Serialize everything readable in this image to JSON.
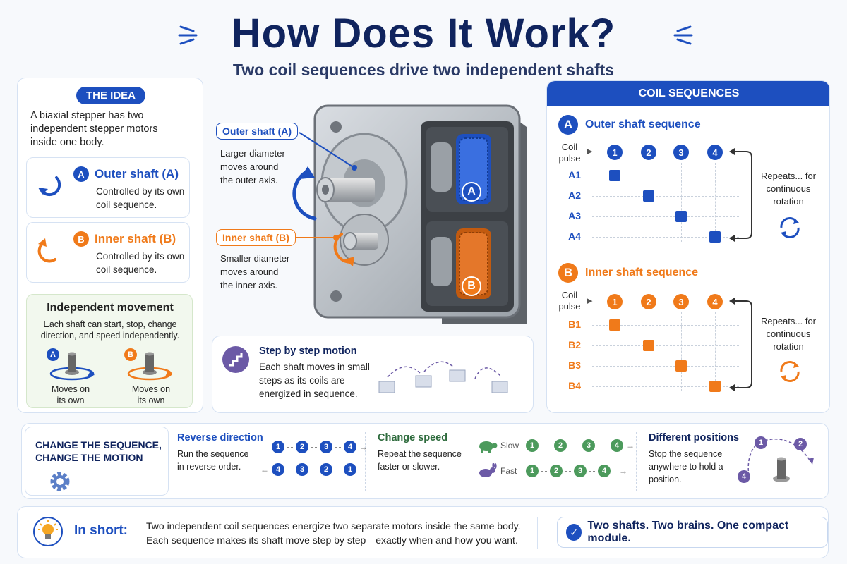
{
  "header": {
    "title": "How Does It Work?",
    "subtitle": "Two coil sequences drive two independent shafts"
  },
  "idea": {
    "title": "THE IDEA",
    "text": "A biaxial stepper has two independent stepper motors inside one body.",
    "shaft_a": {
      "badge": "A",
      "name": "Outer shaft (A)",
      "desc": "Controlled by its own coil sequence."
    },
    "shaft_b": {
      "badge": "B",
      "name": "Inner shaft (B)",
      "desc": "Controlled by its own coil sequence."
    },
    "independent": {
      "title": "Independent movement",
      "text": "Each shaft can start, stop, change direction, and speed independently.",
      "a_badge": "A",
      "b_badge": "B",
      "a_caption": "Moves on its own",
      "b_caption": "Moves on its own"
    }
  },
  "center": {
    "outer_label": "Outer shaft (A)",
    "outer_desc": "Larger diameter moves around the outer axis.",
    "inner_label": "Inner shaft (B)",
    "inner_desc": "Smaller diameter moves around the inner axis.",
    "coil_a": "A",
    "coil_b": "B",
    "step": {
      "title": "Step by step motion",
      "text": "Each shaft moves in small steps as its coils are energized in sequence."
    }
  },
  "coil_sequences": {
    "title": "COIL SEQUENCES",
    "col_label": "Coil pulse",
    "pulses": [
      "1",
      "2",
      "3",
      "4"
    ],
    "a": {
      "badge": "A",
      "title": "Outer shaft sequence",
      "rows": [
        "A1",
        "A2",
        "A3",
        "A4"
      ],
      "active": [
        1,
        2,
        3,
        4
      ],
      "repeats": "Repeats... for continuous rotation"
    },
    "b": {
      "badge": "B",
      "title": "Inner shaft sequence",
      "rows": [
        "B1",
        "B2",
        "B3",
        "B4"
      ],
      "active": [
        1,
        2,
        3,
        4
      ],
      "repeats": "Repeats... for continuous rotation"
    }
  },
  "change": {
    "title": "CHANGE THE SEQUENCE, CHANGE THE MOTION",
    "reverse": {
      "title": "Reverse direction",
      "text": "Run the sequence in reverse order.",
      "forward": [
        "1",
        "2",
        "3",
        "4"
      ],
      "backward": [
        "4",
        "3",
        "2",
        "1"
      ]
    },
    "speed": {
      "title": "Change speed",
      "text": "Repeat the sequence faster or slower.",
      "slow_label": "Slow",
      "fast_label": "Fast",
      "seq": [
        "1",
        "2",
        "3",
        "4"
      ]
    },
    "positions": {
      "title": "Different positions",
      "text": "Stop the sequence anywhere to hold a position.",
      "marks": [
        "1",
        "2",
        "4"
      ]
    }
  },
  "footer": {
    "title": "In short:",
    "line1": "Two independent coil sequences energize two separate motors inside the same body.",
    "line2": "Each sequence makes its shaft move step by step—exactly when and how you want.",
    "tagline": "Two shafts. Two brains. One compact module."
  },
  "colors": {
    "blue": "#1d4fbf",
    "orange": "#f07a1a",
    "navy": "#10245e",
    "green": "#4c9a5c",
    "purple": "#6c5aa6"
  }
}
